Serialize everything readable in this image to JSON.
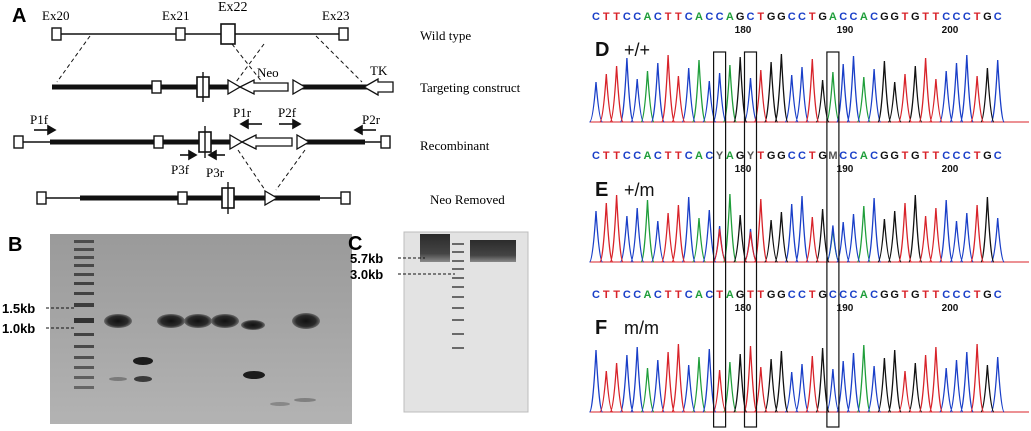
{
  "panel_a": {
    "letter": "A",
    "exons": [
      "Ex20",
      "Ex21",
      "Ex22",
      "Ex23"
    ],
    "construct_labels": [
      "Wild type",
      "Targeting construct",
      "Recombinant",
      "Neo Removed"
    ],
    "markers": {
      "neo": "Neo",
      "tk": "TK"
    },
    "primers": [
      "P1f",
      "P1r",
      "P2f",
      "P2r",
      "P3f",
      "P3r"
    ]
  },
  "panel_b": {
    "letter": "B",
    "ladder": [
      "1.5kb",
      "1.0kb"
    ]
  },
  "panel_c": {
    "letter": "C",
    "ladder": [
      "5.7kb",
      "3.0kb"
    ]
  },
  "panel_seq": {
    "traces": [
      {
        "letter": "D",
        "genotype": "+/+",
        "sequence": "CTTCCACTTCACCAGCTGGCCTGACCACGGTGTTCCCTGC",
        "positions": [
          "180",
          "190",
          "200"
        ]
      },
      {
        "letter": "E",
        "genotype": "+/m",
        "sequence": "CTTCCACTTCACYAGYTGGCCTGMCCACGGTGTTCCCTGC",
        "positions": [
          "180",
          "190",
          "200"
        ]
      },
      {
        "letter": "F",
        "genotype": "m/m",
        "sequence": "CTTCCACTTCACTAGTTGGCCTGCCCACGGTGTTCCCTGC",
        "positions": [
          "180",
          "190",
          "200"
        ]
      }
    ],
    "base_colors": {
      "A": "#1f9e3a",
      "C": "#1a3fc8",
      "G": "#111111",
      "T": "#d8232a",
      "other": "#555555"
    }
  }
}
